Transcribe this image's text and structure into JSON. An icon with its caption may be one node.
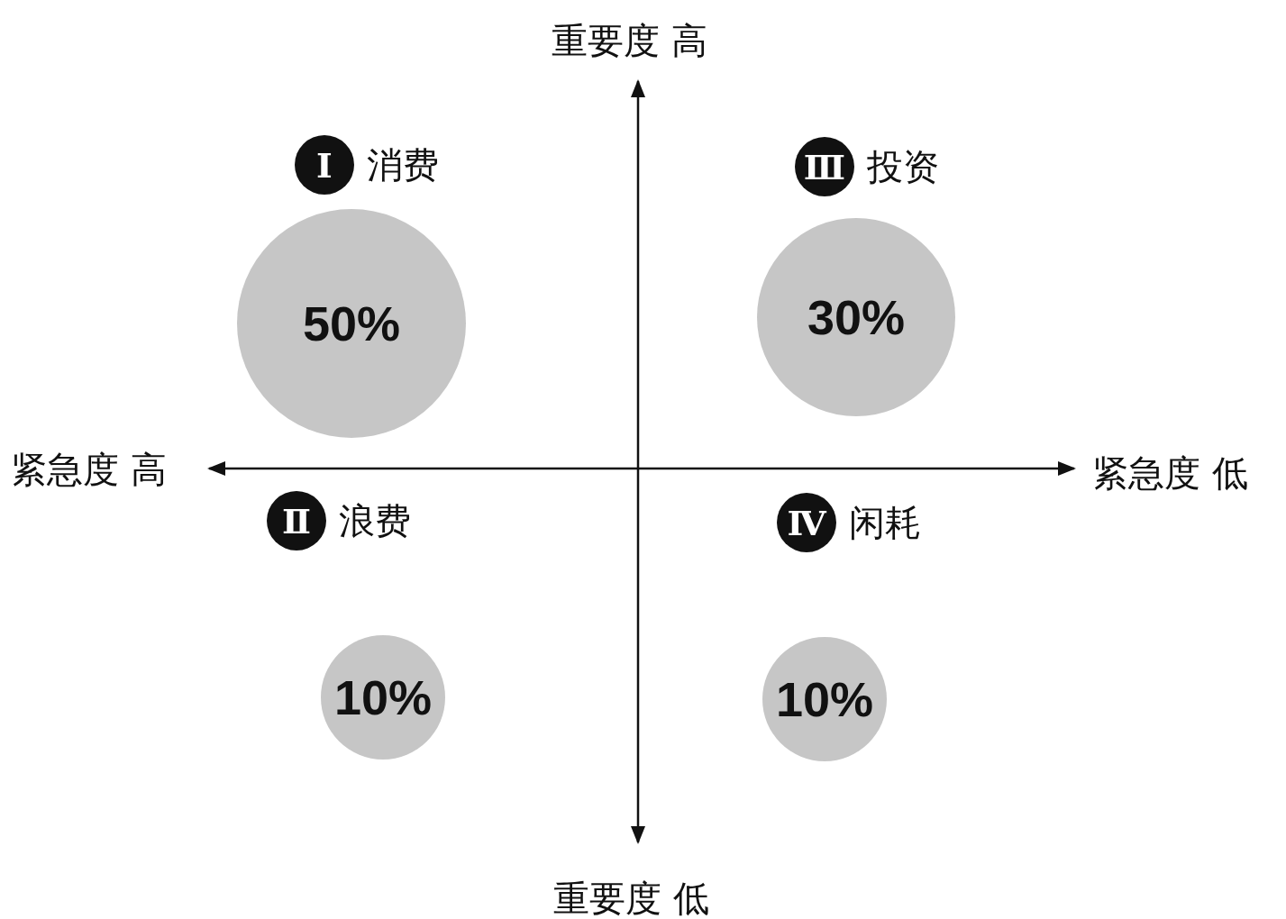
{
  "diagram": {
    "nodes": [
      {
        "text": [
          "Ⅰ"
        ],
        "beside": [
          "消费"
        ]
      },
      {
        "text": [
          "Ⅲ"
        ],
        "beside": [
          "投资"
        ]
      },
      {
        "text": [
          "50%"
        ]
      },
      {
        "text": [
          "30%"
        ]
      },
      {
        "text": [
          "Ⅱ"
        ],
        "beside": [
          "浪费"
        ]
      },
      {
        "text": [
          "Ⅳ"
        ],
        "beside": [
          "闲耗"
        ]
      },
      {
        "text": [
          "10%"
        ]
      },
      {
        "text": [
          "10%"
        ]
      }
    ],
    "edges": [],
    "labels": [
      "重要度 高",
      "紧急度 高",
      "紧急度 低",
      "重要度 低"
    ]
  }
}
